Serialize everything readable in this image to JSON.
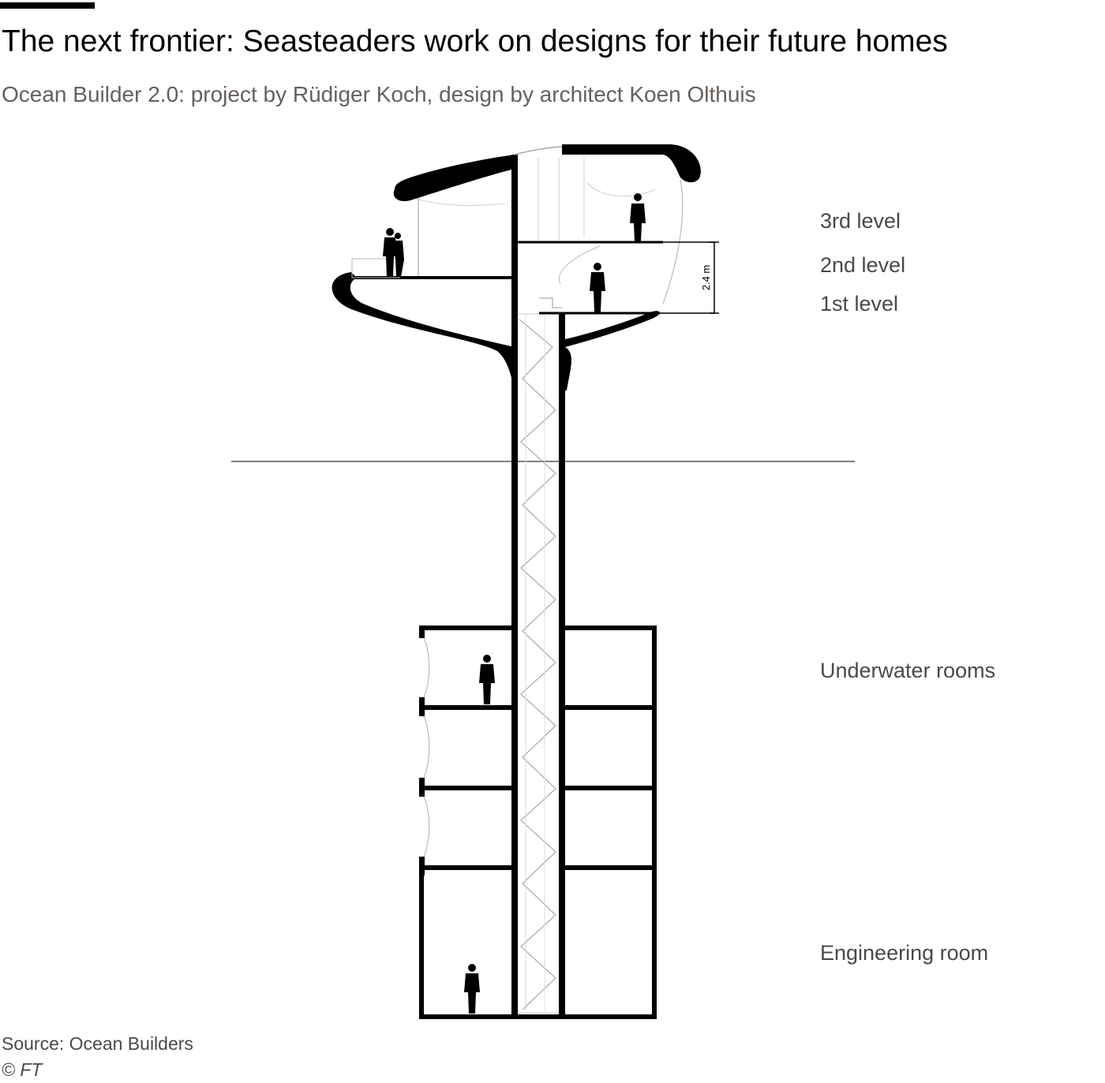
{
  "title": "The next frontier:  Seasteaders work on designs for their future homes",
  "subtitle": "Ocean Builder 2.0: project by Rüdiger Koch, design by architect Koen Olthuis",
  "labels": {
    "level3": "3rd level",
    "level2": "2nd level",
    "level1": "1st level",
    "underwater": "Underwater rooms",
    "engineering": "Engineering room"
  },
  "dimension": "2.4 m",
  "footer": {
    "source": "Source: Ocean Builders",
    "copyright": "© FT"
  },
  "colors": {
    "ink": "#000000",
    "subtitle": "#66605c",
    "label": "#4d4845"
  }
}
